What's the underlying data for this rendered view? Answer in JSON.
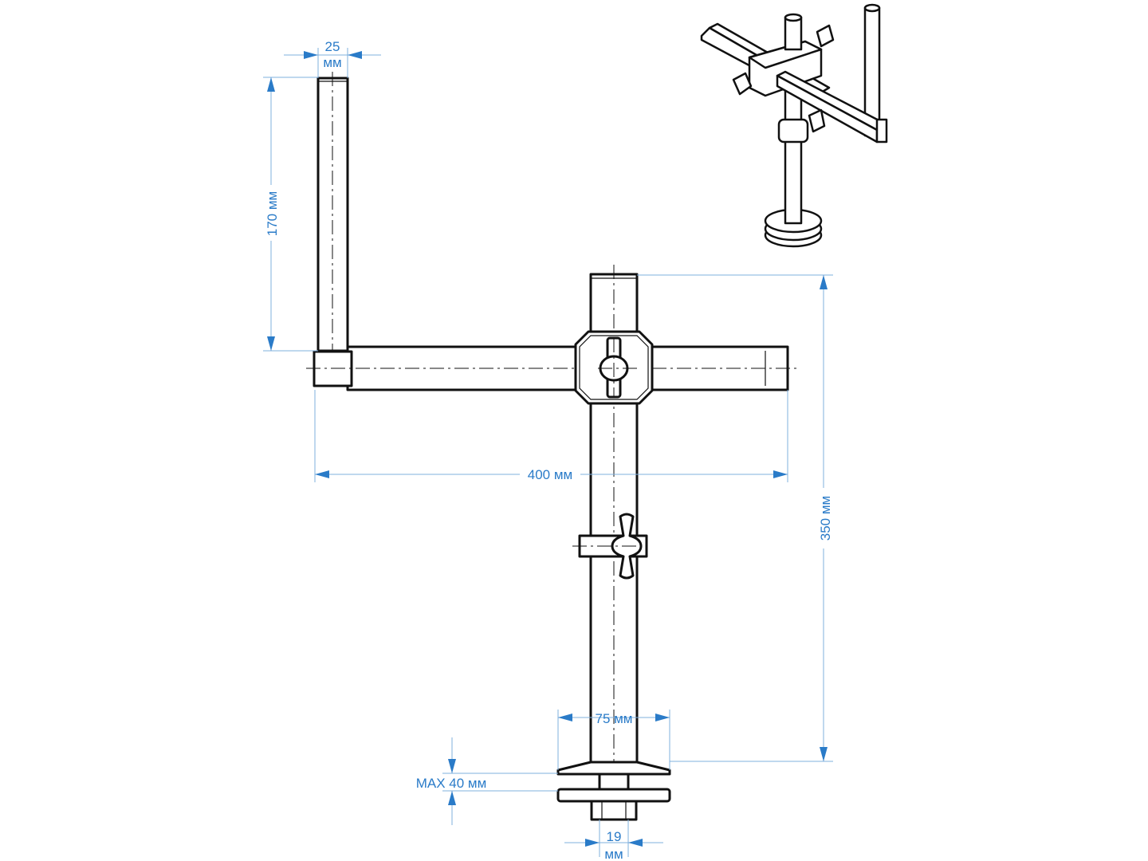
{
  "title": "Monitor/tool arm stand technical drawing",
  "colors": {
    "dimension": "#2a7bc8",
    "outline": "#111111"
  },
  "dimensions": {
    "tube_diameter": {
      "value": "25",
      "unit": "мм"
    },
    "upright_height": "170 мм",
    "arm_length": "400 мм",
    "post_height": "350 мм",
    "base_diameter": "75 мм",
    "clamp_max": "MAX 40 мм",
    "bolt_diameter": {
      "value": "19",
      "unit": "мм"
    }
  }
}
